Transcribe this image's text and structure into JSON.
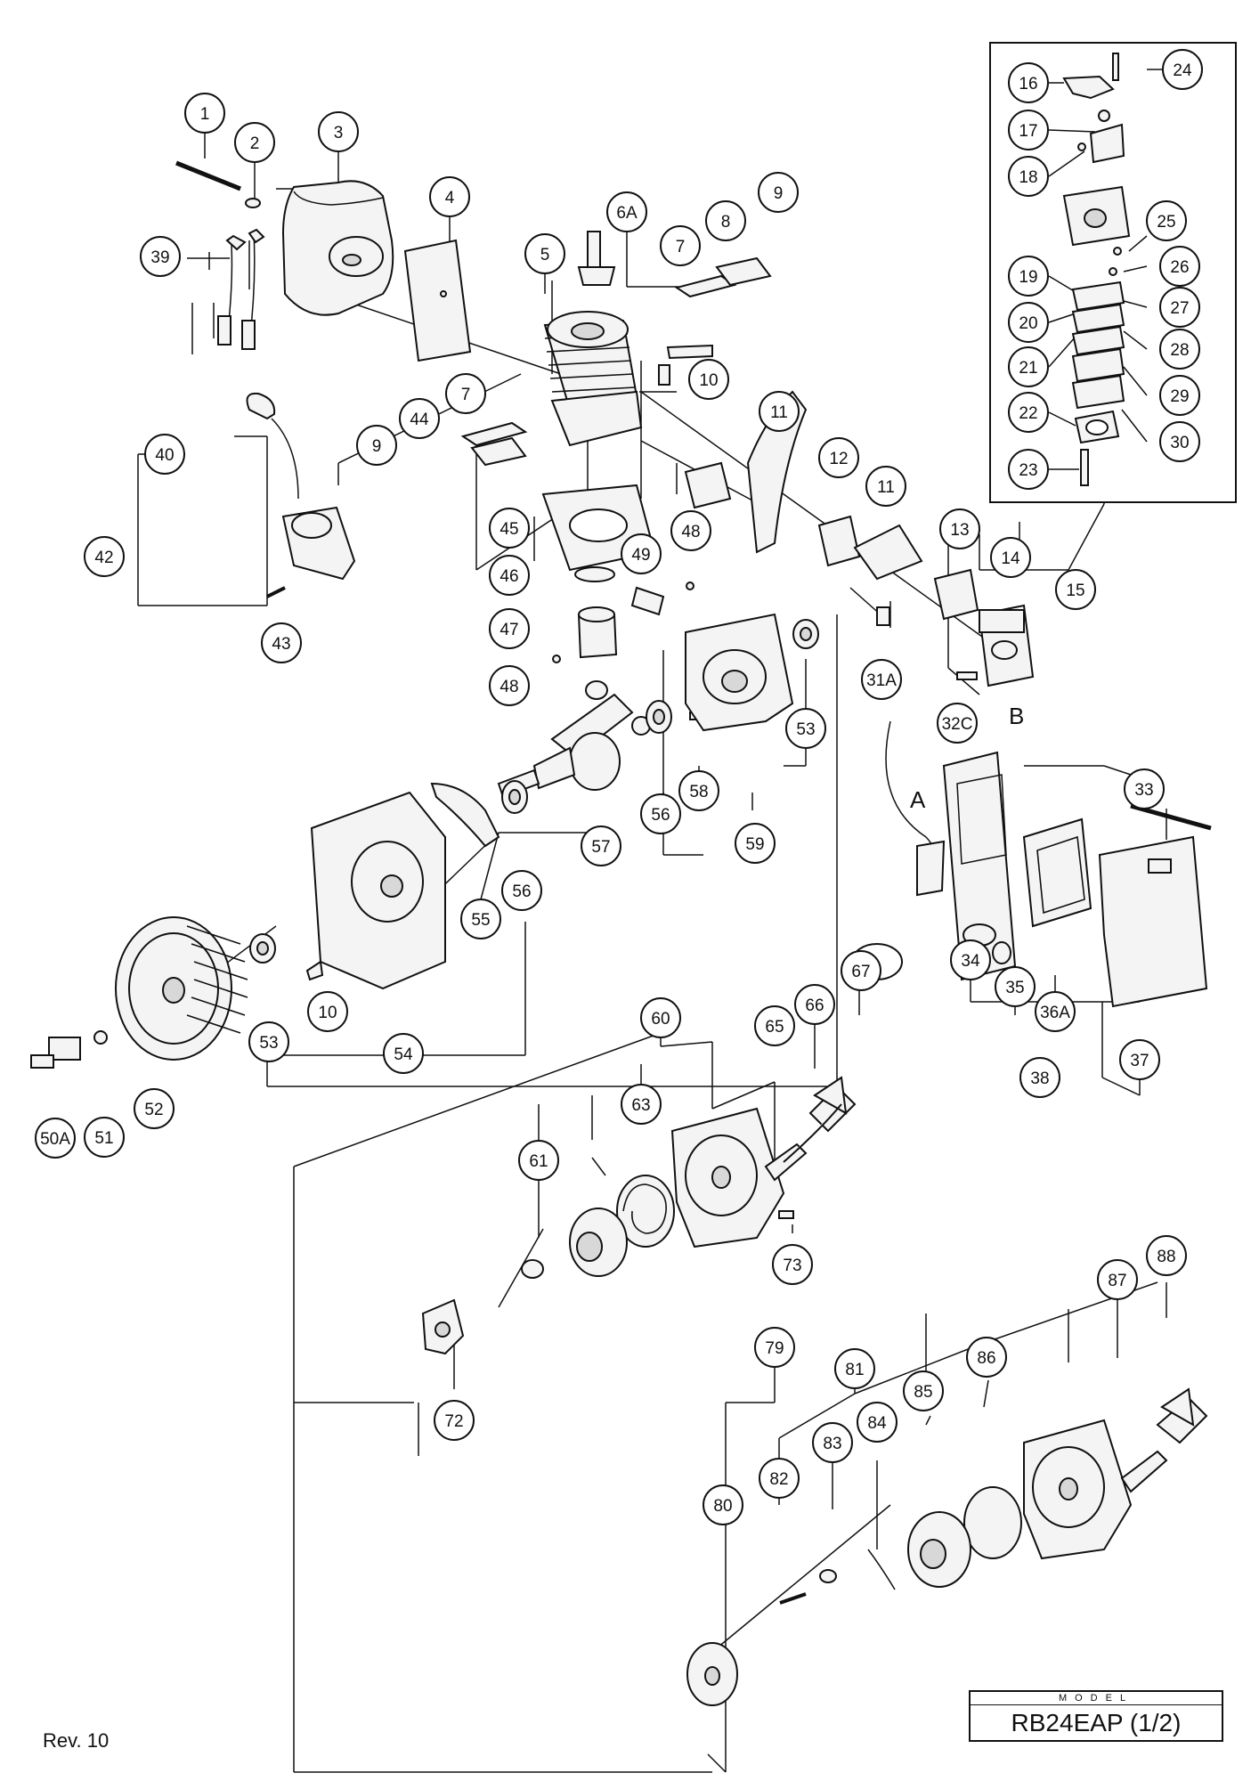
{
  "model_box": {
    "header": "MODEL",
    "name": "RB24EAP (1/2)"
  },
  "revision": "Rev. 10",
  "letters": [
    "A",
    "B"
  ],
  "callouts": [
    "1",
    "2",
    "3",
    "4",
    "5",
    "6A",
    "7",
    "8",
    "9",
    "10",
    "11",
    "12",
    "13",
    "14",
    "15",
    "16",
    "17",
    "18",
    "19",
    "20",
    "21",
    "22",
    "23",
    "24",
    "25",
    "26",
    "27",
    "28",
    "29",
    "30",
    "31A",
    "32C",
    "33",
    "34",
    "35",
    "36A",
    "37",
    "38",
    "39",
    "40",
    "42",
    "43",
    "44",
    "45",
    "46",
    "47",
    "48",
    "49",
    "50A",
    "51",
    "52",
    "53",
    "54",
    "55",
    "56",
    "57",
    "58",
    "59",
    "60",
    "61",
    "63",
    "65",
    "66",
    "67",
    "72",
    "73",
    "79",
    "80",
    "81",
    "82",
    "83",
    "84",
    "85",
    "86",
    "87",
    "88"
  ]
}
